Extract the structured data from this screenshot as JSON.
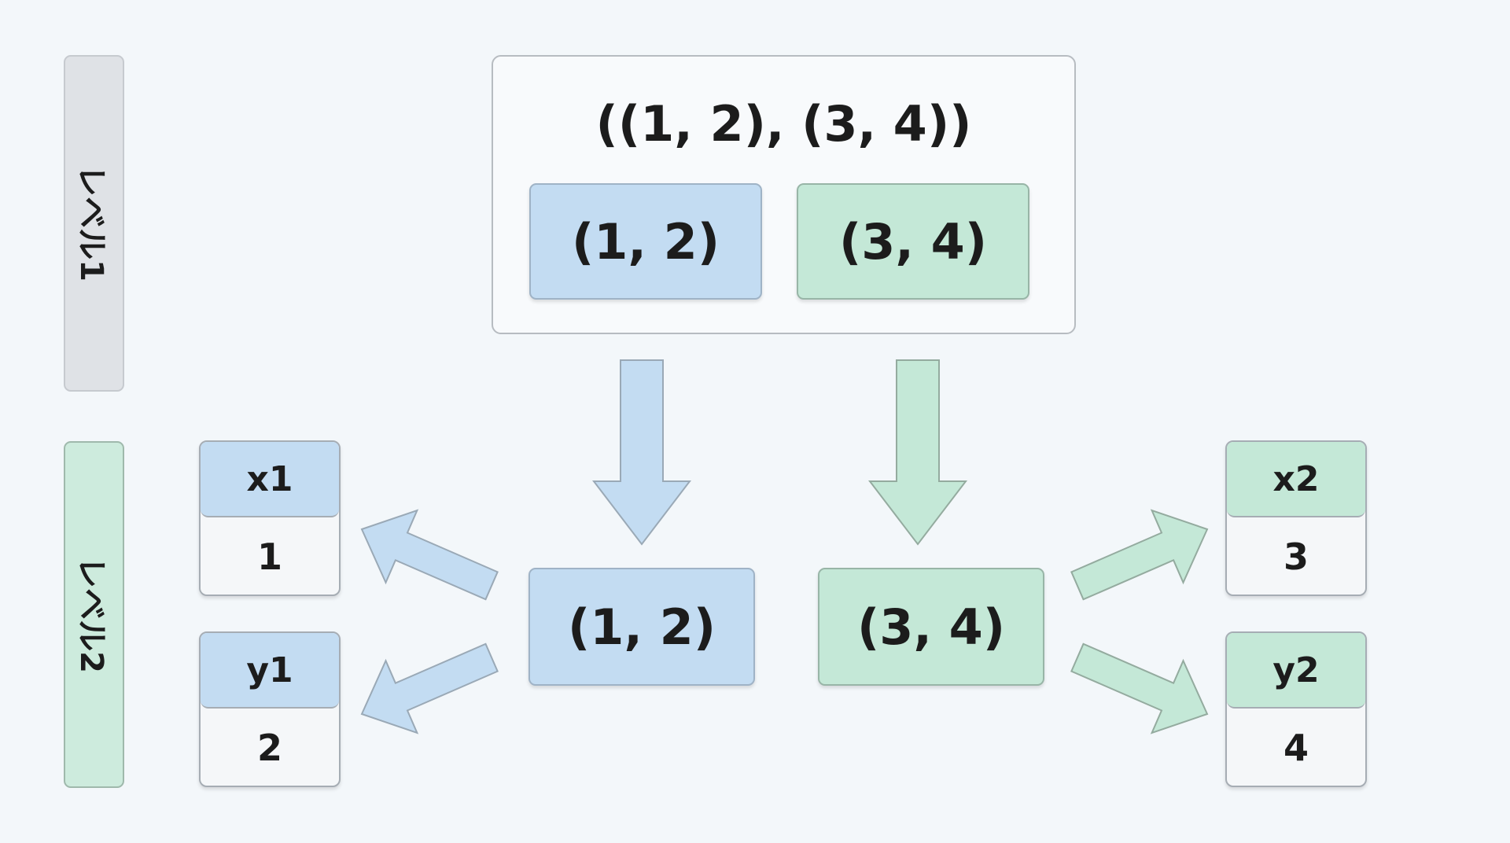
{
  "levels": {
    "level1": "レベル1",
    "level2": "レベル2"
  },
  "outer": {
    "title": "((1, 2), (3, 4))",
    "left_tuple": "(1, 2)",
    "right_tuple": "(3, 4)"
  },
  "middle": {
    "left_tuple": "(1, 2)",
    "right_tuple": "(3, 4)"
  },
  "vars": {
    "x1": {
      "name": "x1",
      "value": "1"
    },
    "y1": {
      "name": "y1",
      "value": "2"
    },
    "x2": {
      "name": "x2",
      "value": "3"
    },
    "y2": {
      "name": "y2",
      "value": "4"
    }
  },
  "colors": {
    "blue": "#c3dcf2",
    "green": "#c4e8d7",
    "background": "#f3f7fa"
  }
}
